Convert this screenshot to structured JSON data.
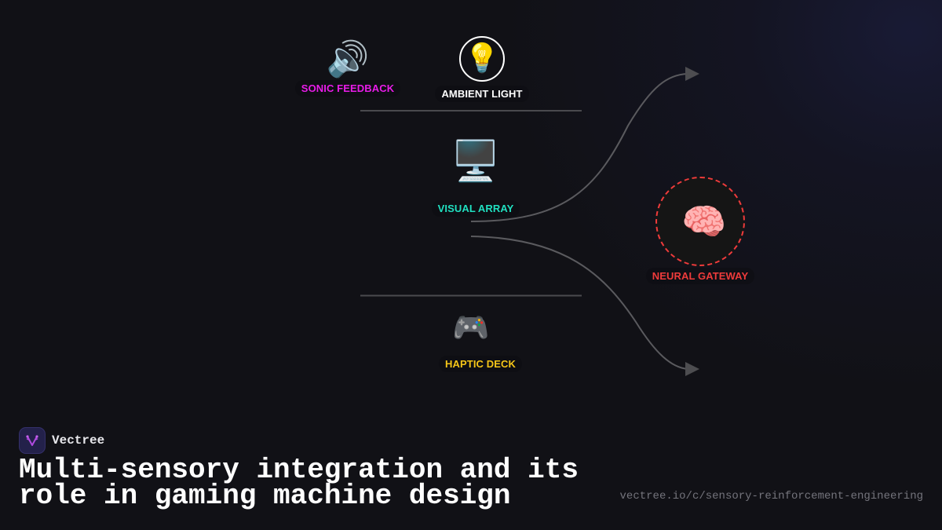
{
  "diagram": {
    "nodes": [
      {
        "id": "sonic",
        "label": "SONIC FEEDBACK",
        "icon": "speaker-icon",
        "glyph": "🔊",
        "color": "#e81ce8"
      },
      {
        "id": "ambient",
        "label": "AMBIENT LIGHT",
        "icon": "lightbulb-icon",
        "glyph": "💡",
        "color": "#ffffff"
      },
      {
        "id": "visual",
        "label": "VISUAL ARRAY",
        "icon": "desktop-computer-icon",
        "glyph": "🖥️",
        "color": "#20e0c0"
      },
      {
        "id": "haptic",
        "label": "HAPTIC DECK",
        "icon": "gamepad-icon",
        "glyph": "🎮",
        "color": "#f5c518"
      },
      {
        "id": "gateway",
        "label": "NEURAL GATEWAY",
        "icon": "brain-icon",
        "glyph": "🧠",
        "color": "#ef3b3b"
      }
    ],
    "edges": [
      {
        "from": "visual",
        "to": "top-arrow"
      },
      {
        "from": "visual",
        "to": "bottom-arrow"
      }
    ],
    "line_color": "#5a5a5e"
  },
  "brand": {
    "name": "Vectree",
    "logo_color": "#b04ae0"
  },
  "title": {
    "line1": "Multi-sensory integration and its",
    "line2": "role in gaming machine design"
  },
  "url": "vectree.io/c/sensory-reinforcement-engineering"
}
